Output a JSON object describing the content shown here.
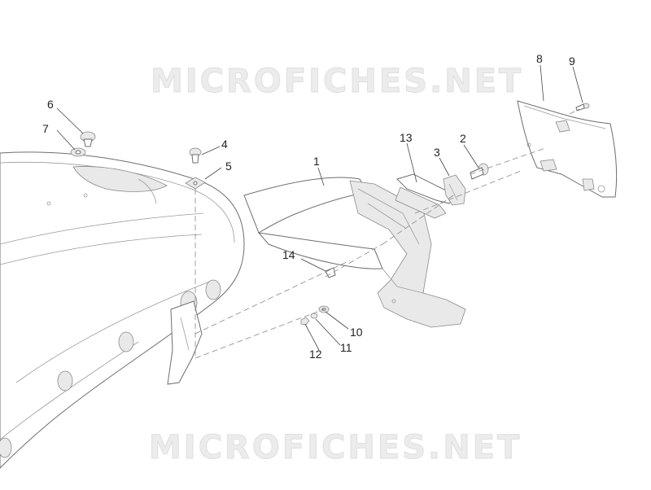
{
  "watermark": {
    "top_text": "MICROFICHES.NET",
    "bottom_text": "MICROFICHES.NET"
  },
  "callouts": {
    "c1": "1",
    "c2": "2",
    "c3": "3",
    "c4": "4",
    "c5": "5",
    "c6": "6",
    "c7": "7",
    "c8": "8",
    "c9": "9",
    "c10": "10",
    "c11": "11",
    "c12": "12",
    "c13": "13",
    "c14": "14"
  }
}
